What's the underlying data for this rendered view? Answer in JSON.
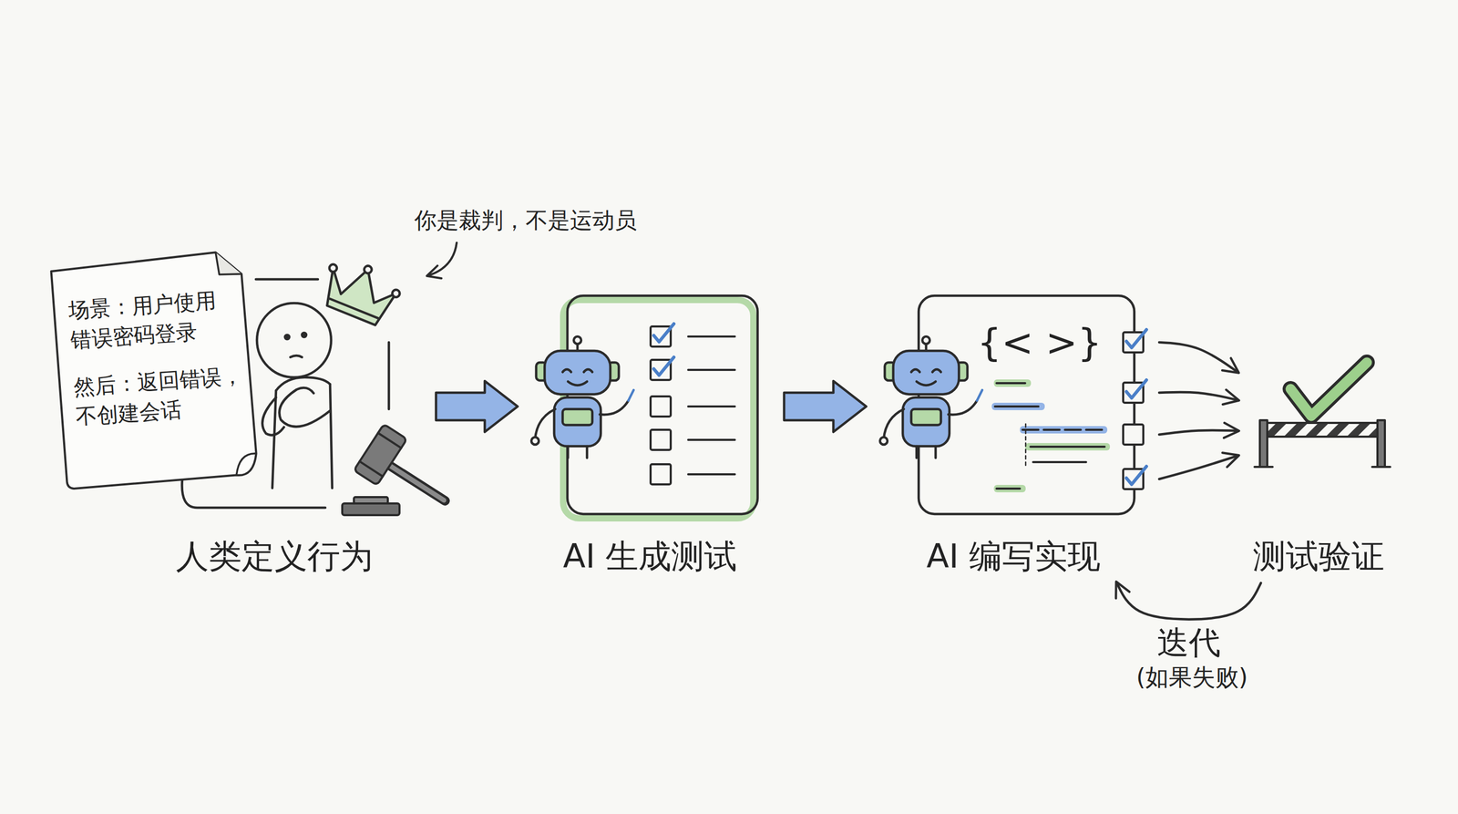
{
  "diagram": {
    "nodes": [
      {
        "text": [
          "人类定义行为"
        ]
      },
      {
        "text": [
          "场景：用户使用错误密码登录",
          "然后：返回错误，不创建会话"
        ],
        "in": 0
      },
      {
        "text": [
          "AI 生成测试"
        ]
      },
      {
        "text": [
          "AI 编写实现"
        ]
      },
      {
        "text": [
          "测试验证"
        ]
      }
    ],
    "edges": [
      {
        "from": 0,
        "to": 2,
        "arrow": "to"
      },
      {
        "from": 2,
        "to": 3,
        "arrow": "to"
      },
      {
        "from": 3,
        "to": 4,
        "arrow": "to"
      },
      {
        "from": 3,
        "to": 4,
        "arrow": "to"
      },
      {
        "from": 3,
        "to": 4,
        "arrow": "to"
      },
      {
        "from": 3,
        "to": 4,
        "arrow": "to"
      },
      {
        "from": 4,
        "to": 3,
        "label": "迭代",
        "arrow": "to"
      }
    ],
    "labels": [
      "你是裁判，不是运动员",
      "{< >}",
      "(如果失败)"
    ]
  }
}
